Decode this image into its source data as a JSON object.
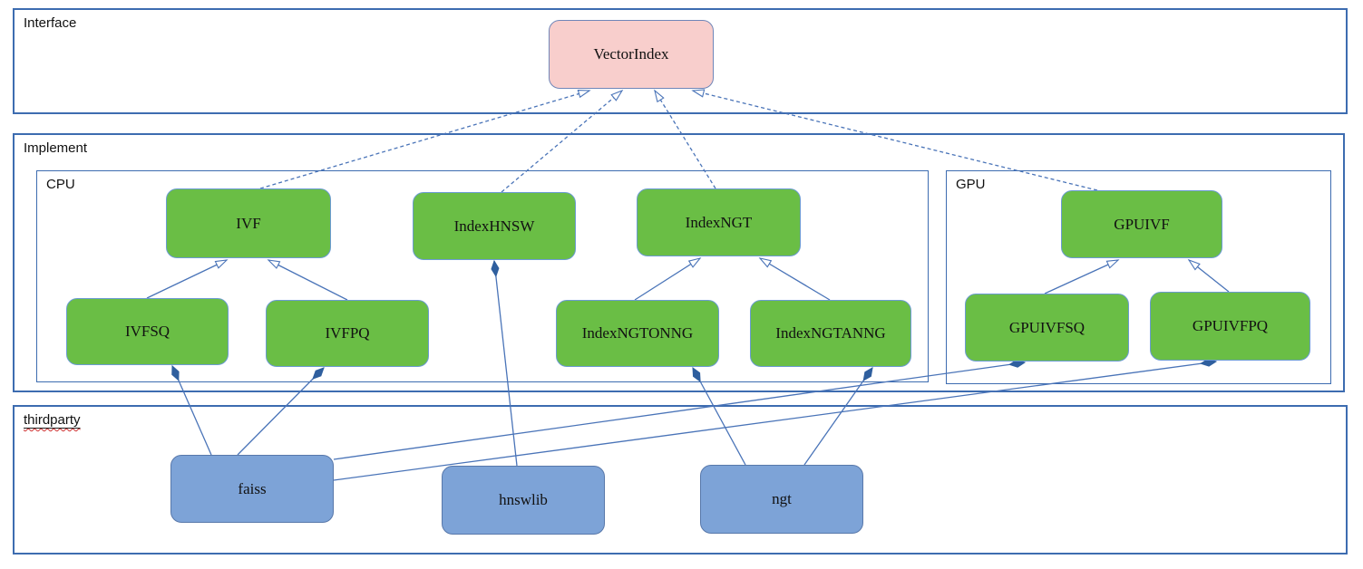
{
  "groups": {
    "interface": {
      "label": "Interface"
    },
    "implement": {
      "label": "Implement"
    },
    "cpu": {
      "label": "CPU"
    },
    "gpu": {
      "label": "GPU"
    },
    "thirdparty": {
      "label": "thirdparty"
    }
  },
  "nodes": {
    "vectorindex": {
      "label": "VectorIndex",
      "group": "interface",
      "color": "pink"
    },
    "ivf": {
      "label": "IVF",
      "group": "cpu",
      "color": "green"
    },
    "indexhnsw": {
      "label": "IndexHNSW",
      "group": "cpu",
      "color": "green"
    },
    "indexngt": {
      "label": "IndexNGT",
      "group": "cpu",
      "color": "green"
    },
    "gpuivf": {
      "label": "GPUIVF",
      "group": "gpu",
      "color": "green"
    },
    "ivfsq": {
      "label": "IVFSQ",
      "group": "cpu",
      "color": "green"
    },
    "ivfpq": {
      "label": "IVFPQ",
      "group": "cpu",
      "color": "green"
    },
    "indexngtonng": {
      "label": "IndexNGTONNG",
      "group": "cpu",
      "color": "green"
    },
    "indexngtanng": {
      "label": "IndexNGTANNG",
      "group": "cpu",
      "color": "green"
    },
    "gpuivfsq": {
      "label": "GPUIVFSQ",
      "group": "gpu",
      "color": "green"
    },
    "gpuivfpq": {
      "label": "GPUIVFPQ",
      "group": "gpu",
      "color": "green"
    },
    "faiss": {
      "label": "faiss",
      "group": "thirdparty",
      "color": "blue"
    },
    "hnswlib": {
      "label": "hnswlib",
      "group": "thirdparty",
      "color": "blue"
    },
    "ngt": {
      "label": "ngt",
      "group": "thirdparty",
      "color": "blue"
    }
  },
  "relations": [
    {
      "from": "IVF",
      "to": "VectorIndex",
      "type": "dashed-inheritance"
    },
    {
      "from": "IndexHNSW",
      "to": "VectorIndex",
      "type": "dashed-inheritance"
    },
    {
      "from": "IndexNGT",
      "to": "VectorIndex",
      "type": "dashed-inheritance"
    },
    {
      "from": "GPUIVF",
      "to": "VectorIndex",
      "type": "dashed-inheritance"
    },
    {
      "from": "IVFSQ",
      "to": "IVF",
      "type": "generalization"
    },
    {
      "from": "IVFPQ",
      "to": "IVF",
      "type": "generalization"
    },
    {
      "from": "IndexNGTONNG",
      "to": "IndexNGT",
      "type": "generalization"
    },
    {
      "from": "IndexNGTANNG",
      "to": "IndexNGT",
      "type": "generalization"
    },
    {
      "from": "GPUIVFSQ",
      "to": "GPUIVF",
      "type": "generalization"
    },
    {
      "from": "GPUIVFPQ",
      "to": "GPUIVF",
      "type": "generalization"
    },
    {
      "from": "faiss",
      "to": "IVFSQ",
      "type": "composition"
    },
    {
      "from": "faiss",
      "to": "IVFPQ",
      "type": "composition"
    },
    {
      "from": "faiss",
      "to": "GPUIVFSQ",
      "type": "composition"
    },
    {
      "from": "faiss",
      "to": "GPUIVFPQ",
      "type": "composition"
    },
    {
      "from": "hnswlib",
      "to": "IndexHNSW",
      "type": "composition"
    },
    {
      "from": "ngt",
      "to": "IndexNGTONNG",
      "type": "composition"
    },
    {
      "from": "ngt",
      "to": "IndexNGTANNG",
      "type": "composition"
    }
  ],
  "colors": {
    "container_border": "#3d6cb0",
    "node_green_fill": "#6abe45",
    "node_green_border": "#6b9bd2",
    "node_pink_fill": "#f8cecc",
    "node_pink_border": "#7086b8",
    "node_blue_fill": "#7da3d7",
    "node_blue_border": "#5878aa",
    "edge_color": "#4a74b8",
    "misspelling_underline": "#d03030"
  }
}
